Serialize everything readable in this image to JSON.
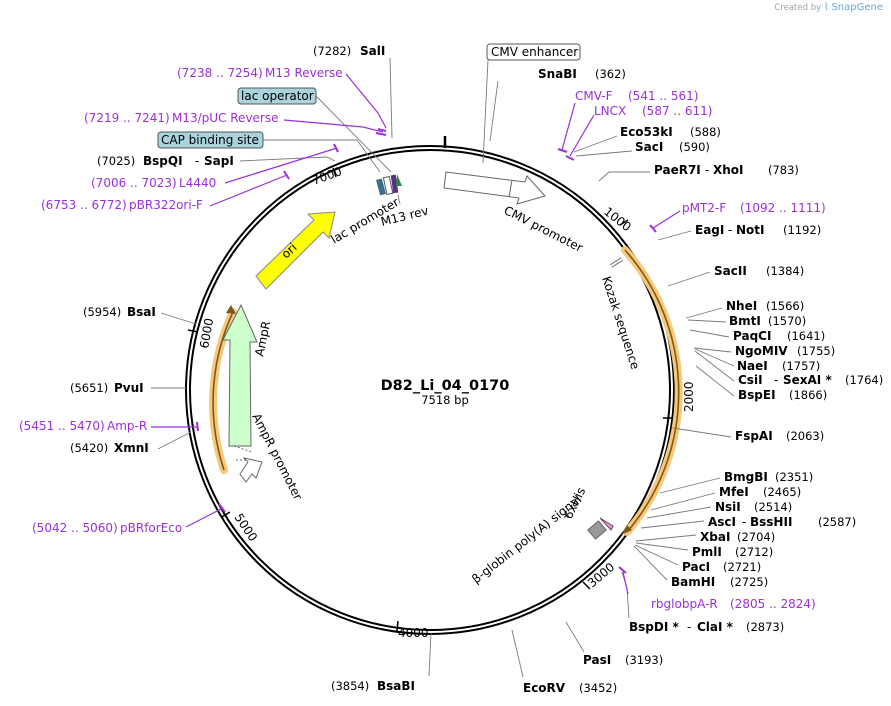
{
  "watermark": {
    "prefix": "Created by",
    "brand": "SnapGene"
  },
  "plasmid": {
    "name": "D82_Li_04_0170",
    "length_label": "7518 bp",
    "total_bp": 7518
  },
  "tick_labels": [
    "1000",
    "2000",
    "3000",
    "4000",
    "5000",
    "6000",
    "7000"
  ],
  "sites": [
    {
      "name": "SalI",
      "pos": "(7282)"
    },
    {
      "name": "SnaBI",
      "pos": "(362)"
    },
    {
      "name": "Eco53kI",
      "pos": "(588)"
    },
    {
      "name": "SacI",
      "pos": "(590)"
    },
    {
      "name": "PaeR7I",
      "name2": "XhoI",
      "pos": "(783)"
    },
    {
      "name": "EagI",
      "name2": "NotI",
      "pos": "(1192)"
    },
    {
      "name": "SacII",
      "pos": "(1384)"
    },
    {
      "name": "NheI",
      "pos": "(1566)"
    },
    {
      "name": "BmtI",
      "pos": "(1570)"
    },
    {
      "name": "PaqCI",
      "pos": "(1641)"
    },
    {
      "name": "NgoMIV",
      "pos": "(1755)"
    },
    {
      "name": "NaeI",
      "pos": "(1757)"
    },
    {
      "name": "CsiI",
      "name2": "SexAI *",
      "pos": "(1764)"
    },
    {
      "name": "BspEI",
      "pos": "(1866)"
    },
    {
      "name": "FspAI",
      "pos": "(2063)"
    },
    {
      "name": "BmgBI",
      "pos": "(2351)"
    },
    {
      "name": "MfeI",
      "pos": "(2465)"
    },
    {
      "name": "NsiI",
      "pos": "(2514)"
    },
    {
      "name": "AscI",
      "name2": "BssHII",
      "pos": "(2587)"
    },
    {
      "name": "XbaI",
      "pos": "(2704)"
    },
    {
      "name": "PmlI",
      "pos": "(2712)"
    },
    {
      "name": "PacI",
      "pos": "(2721)"
    },
    {
      "name": "BamHI",
      "pos": "(2725)"
    },
    {
      "name": "BspDI *",
      "name2": "ClaI *",
      "pos": "(2873)"
    },
    {
      "name": "PasI",
      "pos": "(3193)"
    },
    {
      "name": "EcoRV",
      "pos": "(3452)"
    },
    {
      "name": "BsaBI",
      "pos": "(3854)"
    },
    {
      "name": "XmnI",
      "pos": "(5420)"
    },
    {
      "name": "PvuI",
      "pos": "(5651)"
    },
    {
      "name": "BsaI",
      "pos": "(5954)"
    },
    {
      "name": "BspQI",
      "name2": "SapI",
      "pos": "(7025)"
    }
  ],
  "primers": [
    {
      "name": "M13 Reverse",
      "range": "(7238 .. 7254)"
    },
    {
      "name": "M13/pUC Reverse",
      "range": "(7219 .. 7241)"
    },
    {
      "name": "L4440",
      "range": "(7006 .. 7023)"
    },
    {
      "name": "pBR322ori-F",
      "range": "(6753 .. 6772)"
    },
    {
      "name": "CMV-F",
      "range": "(541 .. 561)"
    },
    {
      "name": "LNCX",
      "range": "(587 .. 611)"
    },
    {
      "name": "pMT2-F",
      "range": "(1092 .. 1111)"
    },
    {
      "name": "rbglobpA-R",
      "range": "(2805 .. 2824)"
    },
    {
      "name": "Amp-R",
      "range": "(5451 .. 5470)"
    },
    {
      "name": "pBRforEco",
      "range": "(5042 .. 5060)"
    }
  ],
  "boxed_features": {
    "cmv_enhancer": "CMV enhancer",
    "lac_operator": "lac operator",
    "cap_site": "CAP binding site"
  },
  "features": {
    "cmv_promoter": "CMV promoter",
    "kozak": "Kozak sequence",
    "his": "6xHis",
    "polya": "β-globin poly(A) signal",
    "lac_promoter": "lac promoter",
    "m13rev": "M13 rev",
    "ori": "ori",
    "ampr": "AmpR",
    "ampr_promoter": "AmpR promoter"
  },
  "colors": {
    "primer": "#9b30d9",
    "ori": "#ffff00",
    "ampr": "#ccffcc",
    "orf_highlight": "#f7c77a",
    "box_fill": "#a9d4de",
    "leader": "#7a7a7a"
  }
}
